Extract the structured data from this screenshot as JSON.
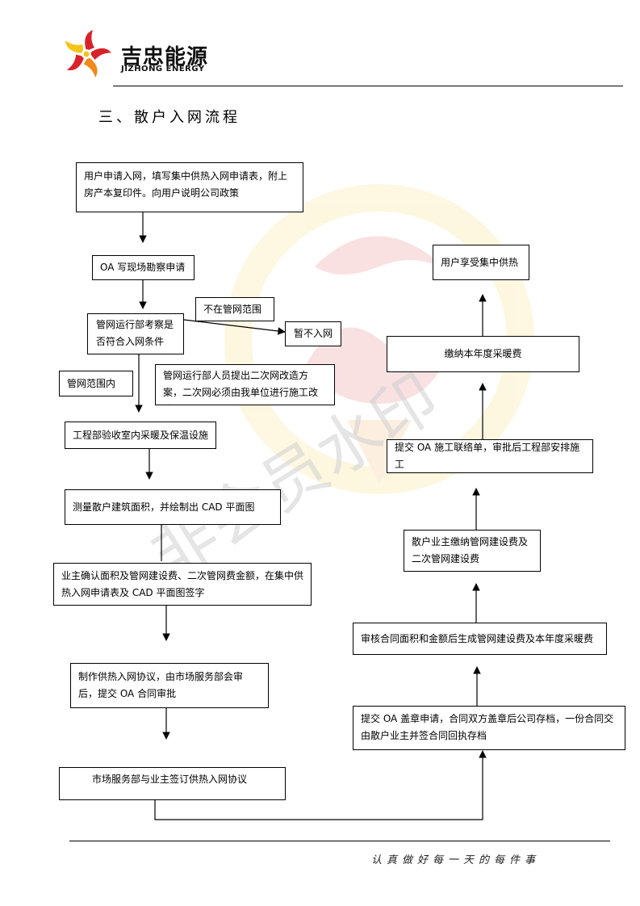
{
  "header": {
    "brand_cn": "吉忠能源",
    "brand_en": "JIZHONG ENERGY",
    "logo_icon": "pinwheel-flame-icon",
    "colors": {
      "logo_red": "#d8232a",
      "logo_yellow": "#f5c518",
      "logo_orange": "#f08a1c"
    }
  },
  "watermark": {
    "text": "非会员水印"
  },
  "page_title": "三、散户入网流程",
  "flow": {
    "step1": "用户申请入网，填写集中供热入网申请表，附上房产本复印件。向用户说明公司政策",
    "step2": "OA 写现场勘察申请",
    "step3": "管网运行部考察是否符合入网条件",
    "branch_out_label": "不在管网范围",
    "no_entry": "暂不入网",
    "branch_in_label": "管网范围内",
    "renovation_note": "管网运行部人员提出二次网改造方案，二次网必须由我单位进行施工改造",
    "step4": "工程部验收室内采暖及保温设施",
    "step5": "测量散户建筑面积，并绘制出 CAD 平面图",
    "step6": "业主确认面积及管网建设费、二次管网费金额，在集中供热入网申请表及 CAD 平面图签字",
    "step7": "制作供热入网协议，由市场服务部会审后，提交 OA 合同审批",
    "step8": "市场服务部与业主签订供热入网协议",
    "step9": "提交 OA 盖章申请，合同双方盖章后公司存档，一份合同交由散户业主并签合同回执存档",
    "step10": "审核合同面积和金额后生成管网建设费及本年度采暖费",
    "step11": "散户业主缴纳管网建设费及二次管网建设费",
    "step12": "提交 OA 施工联络单，审批后工程部安排施工",
    "step13": "缴纳本年度采暖费",
    "step14": "用户享受集中供热"
  },
  "footer": {
    "slogan": "认真做好每一天的每件事"
  }
}
